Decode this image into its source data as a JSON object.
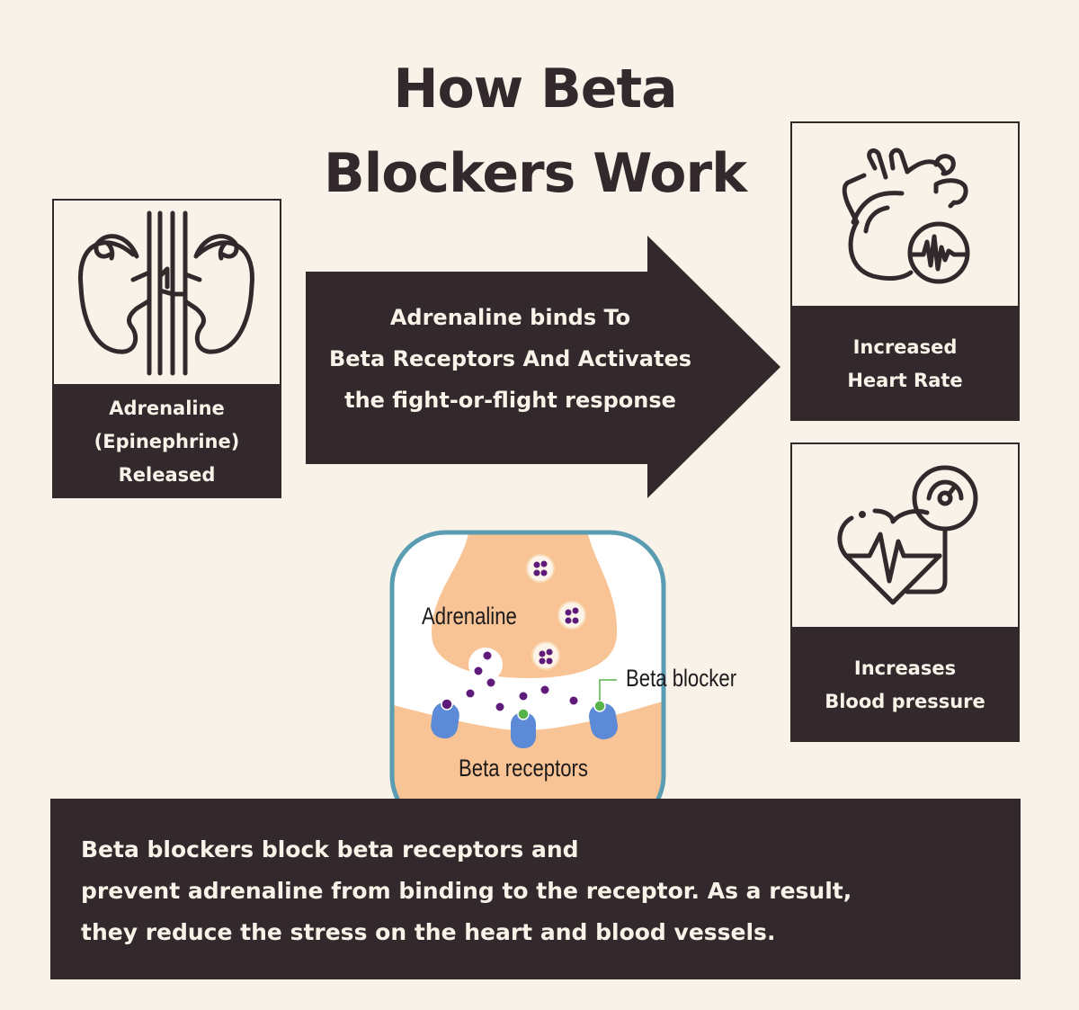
{
  "title": {
    "line1": "How Beta",
    "line2": "Blockers Work"
  },
  "colors": {
    "background": "#f9f2e8",
    "dark": "#33292c",
    "peach": "#f8c495",
    "teal_border": "#5a9db3",
    "receptor_blue": "#5d8ad6",
    "adrenaline_purple": "#5f1b7a",
    "blocker_green": "#58b34a"
  },
  "cards": {
    "adrenaline": {
      "icon": "kidneys-adrenal-icon",
      "lines": [
        "Adrenaline",
        "(Epinephrine)",
        "Released"
      ]
    },
    "heart_rate": {
      "icon": "heart-ecg-icon",
      "lines": [
        "Increased",
        "Heart Rate"
      ]
    },
    "blood_pressure": {
      "icon": "heart-blood-pressure-gauge-icon",
      "lines": [
        "Increases",
        "Blood pressure"
      ]
    }
  },
  "arrow": {
    "lines": [
      "Adrenaline binds To",
      "Beta Receptors And Activates",
      "the fight-or-flight response"
    ]
  },
  "synapse": {
    "adrenaline_label": "Adrenaline",
    "blocker_label": "Beta blocker",
    "receptors_label": "Beta receptors"
  },
  "summary": {
    "lines": [
      "Beta blockers block beta receptors and",
      "prevent adrenaline from binding to the receptor. As a result,",
      "they reduce the stress on the heart and blood vessels."
    ]
  }
}
